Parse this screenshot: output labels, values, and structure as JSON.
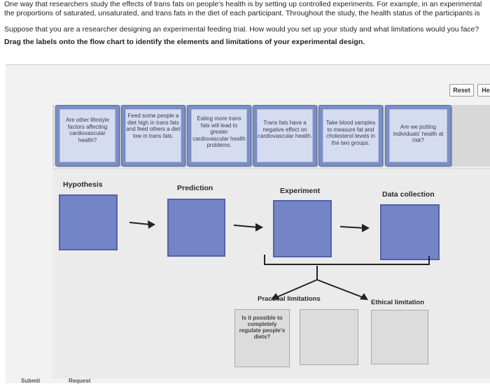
{
  "intro": {
    "line1": "One way that researchers study the effects of trans fats on people's health is by setting up controlled experiments. For example, in an experimental",
    "line2": "the proportions of saturated, unsaturated, and trans fats in the diet of each participant. Throughout the study, the health status of the participants is",
    "scenario": "Suppose that you are a researcher designing an experimental feeding trial. How would you set up your study and what limitations would you face?",
    "instruction": "Drag the labels onto the flow chart to identify the elements and limitations of your experimental design."
  },
  "toolbar": {
    "reset_label": "Reset",
    "help_label": "He"
  },
  "cards": [
    "Are other lifestyle factors affecting cardiovascular health?",
    "Feed some people a diet high in trans fats and feed others a diet low in trans fats.",
    "Eating more trans fats will lead to greater cardiovascular health problems.",
    "Trans fats have a negative effect on cardiovascular health.",
    "Take blood samples to measure fat and cholesterol levels in the two groups.",
    "Are we putting individuals' health at risk?"
  ],
  "flowchart": {
    "hypothesis": "Hypothesis",
    "prediction": "Prediction",
    "experiment": "Experiment",
    "data_collection": "Data collection",
    "practical_limitations": "Practical limitations",
    "ethical_limitation": "Ethical limitation",
    "placed_label": "Is it possible to completely regulate people's diets?"
  },
  "footer": {
    "submit": "Submit",
    "request": "Request"
  },
  "colors": {
    "slot_blue": "#7384c7",
    "card_border": "#5a6ea8",
    "card_fill": "#d6dcef"
  }
}
